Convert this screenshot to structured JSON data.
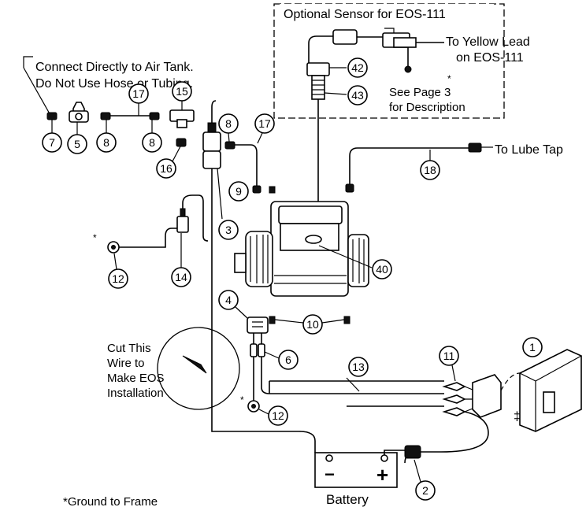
{
  "labels": {
    "air_tank_line1": "Connect Directly to Air Tank.",
    "air_tank_line2": "Do Not Use Hose or Tubing.",
    "optional_box_title": "Optional Sensor for EOS-111",
    "yellow_lead_line1": "To Yellow Lead",
    "yellow_lead_line2": "on EOS-111",
    "see_page_line1": "See Page 3",
    "see_page_line2": "for Description",
    "to_lube_tap": "To Lube Tap",
    "cut_wire_line1": "Cut This",
    "cut_wire_line2": "Wire to",
    "cut_wire_line3": "Make EOS",
    "cut_wire_line4": "Installation",
    "battery": "Battery",
    "ground_note": "*Ground to Frame",
    "asterisk": "*",
    "dagger": "‡"
  },
  "callouts": {
    "c1": "1",
    "c2": "2",
    "c3": "3",
    "c4": "4",
    "c5": "5",
    "c6": "6",
    "c7": "7",
    "c8a": "8",
    "c8b": "8",
    "c8c": "8",
    "c9": "9",
    "c10": "10",
    "c11": "11",
    "c12a": "12",
    "c12b": "12",
    "c13": "13",
    "c14": "14",
    "c15": "15",
    "c16": "16",
    "c17a": "17",
    "c17b": "17",
    "c18": "18",
    "c40": "40",
    "c42": "42",
    "c43": "43"
  },
  "battery_symbols": {
    "minus": "−",
    "plus": "+"
  }
}
